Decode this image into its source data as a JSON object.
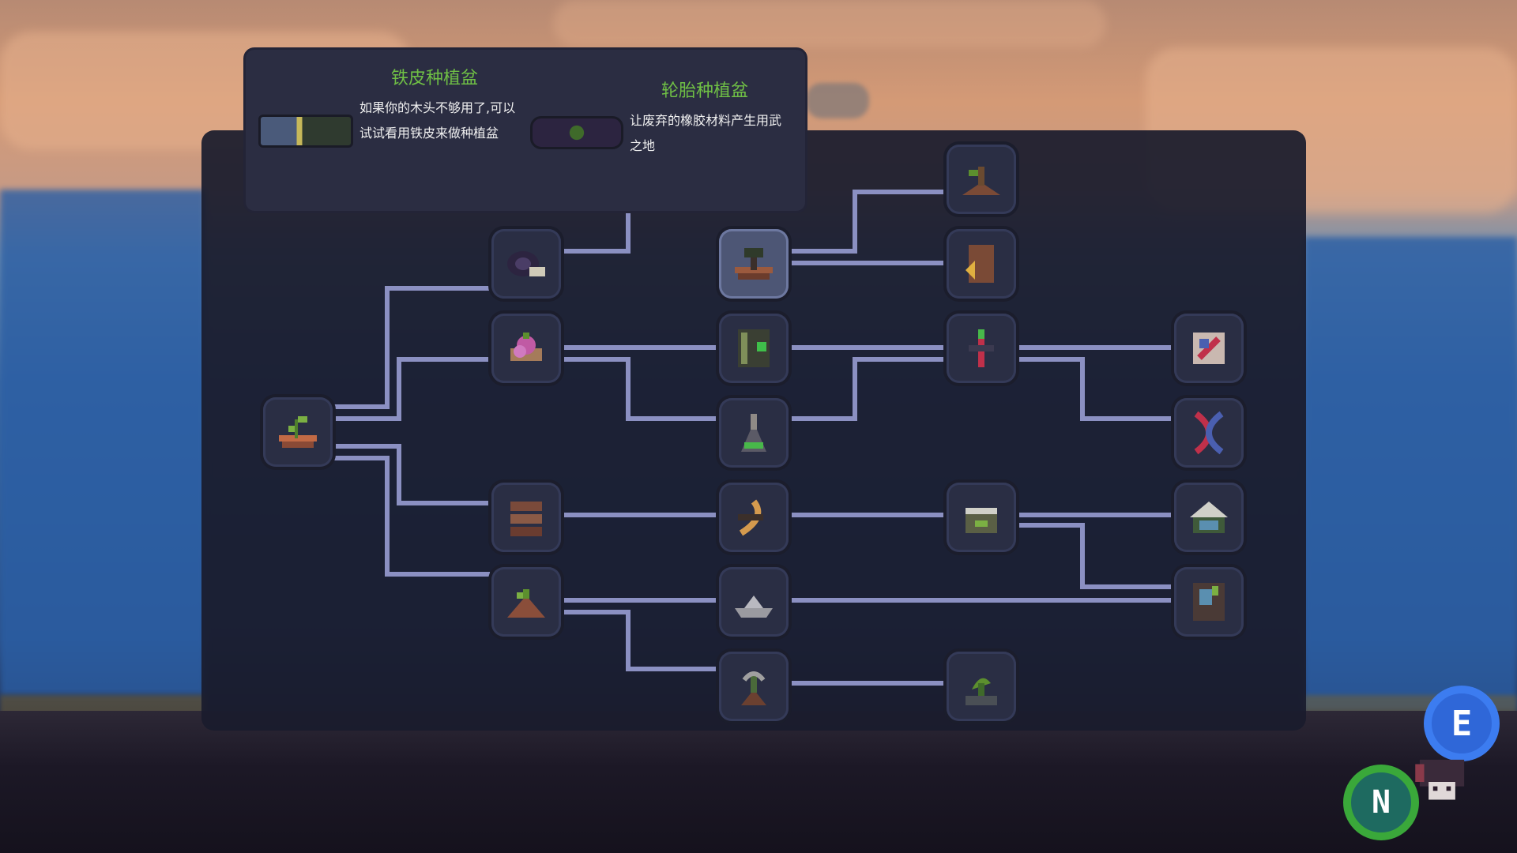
{
  "tooltip": {
    "item1": {
      "title": "铁皮种植盆",
      "description": "如果你的木头不够用了,可以试试看用铁皮来做种植盆"
    },
    "item2": {
      "title": "轮胎种植盆",
      "description": "让废弃的橡胶材料产生用武之地"
    }
  },
  "prompts": {
    "e_key": "E",
    "n_key": "N"
  },
  "colors": {
    "title_green": "#6fbf45",
    "link_line": "#8b90c2",
    "key_blue": "#2f67d8",
    "key_green": "#3aa83a"
  }
}
